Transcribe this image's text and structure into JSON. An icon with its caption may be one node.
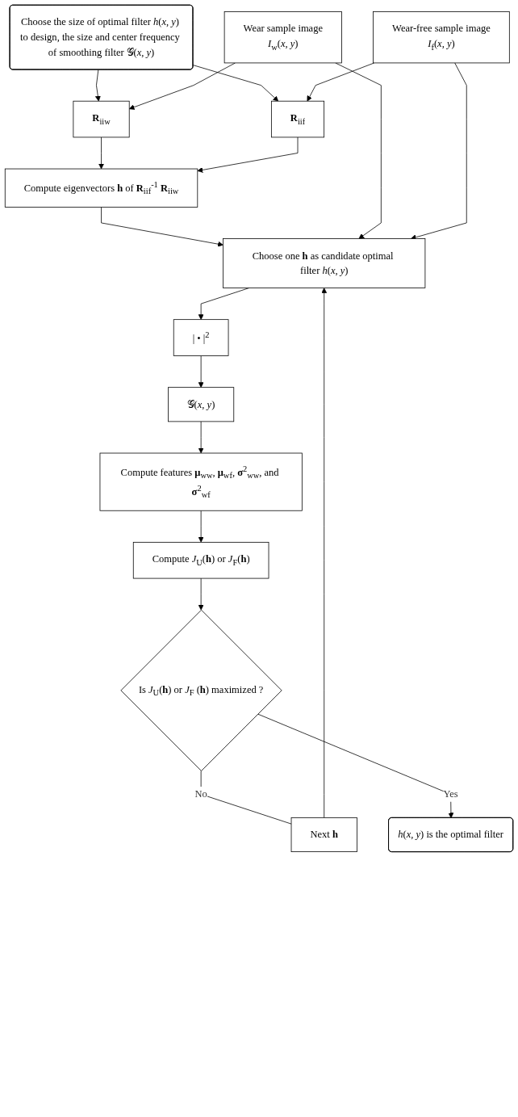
{
  "diagram": {
    "nodes": [
      {
        "text": [
          "Choose the size of optimal filter *h*(*x*, *y*) to design, the size and center frequency of smoothing filter 𝒢(*x*, *y*)"
        ]
      },
      {
        "text": [
          "Wear sample image",
          "*I*$_{w}$(*x*, *y*)"
        ]
      },
      {
        "text": [
          "Wear-free sample image",
          "*I*$_{f}$(*x*, *y*)"
        ]
      },
      {
        "text": [
          "**R**$_{iiw}$"
        ]
      },
      {
        "text": [
          "**R**$_{iif}$"
        ]
      },
      {
        "text": [
          "Compute eigenvectors **h** of **R**$_{iif}$$^{-1}$ **R**$_{iiw}$"
        ]
      },
      {
        "text": [
          "Choose one **h** as candidate optimal filter *h*(*x*, *y*)"
        ]
      },
      {
        "text": [
          "| • |$^{2}$"
        ]
      },
      {
        "text": [
          "𝒢(*x*, *y*)"
        ]
      },
      {
        "text": [
          "Compute features **μ**$_{ww}$, **μ**$_{wf}$, **σ**$^{2}$$_{ww}$, and **σ**$^{2}$$_{wf}$"
        ]
      },
      {
        "text": [
          "Compute *J*$_{U}$(**h**) or *J*$_{F}$(**h**)"
        ]
      },
      {
        "text": [
          "Is *J*$_{U}$(**h**) or *J*$_{F}$ (**h**) maximized ?"
        ]
      },
      {
        "text": [
          "*h*(*x*, *y*) is the optimal filter"
        ]
      },
      {
        "text": [
          "Next **h**"
        ]
      }
    ],
    "edges": [
      {
        "from": 0,
        "to": 3,
        "arrow": "to"
      },
      {
        "from": 0,
        "to": 4,
        "arrow": "to"
      },
      {
        "from": 1,
        "to": 3,
        "arrow": "to"
      },
      {
        "from": 2,
        "to": 4,
        "arrow": "to"
      },
      {
        "from": 3,
        "to": 5,
        "arrow": "to"
      },
      {
        "from": 4,
        "to": 5,
        "arrow": "to"
      },
      {
        "from": 5,
        "to": 6,
        "arrow": "to"
      },
      {
        "from": 1,
        "to": 6,
        "arrow": "to"
      },
      {
        "from": 2,
        "to": 6,
        "arrow": "to"
      },
      {
        "from": 6,
        "to": 7,
        "arrow": "to"
      },
      {
        "from": 7,
        "to": 8,
        "arrow": "to"
      },
      {
        "from": 8,
        "to": 9,
        "arrow": "to"
      },
      {
        "from": 9,
        "to": 10,
        "arrow": "to"
      },
      {
        "from": 10,
        "to": 11,
        "arrow": "to"
      },
      {
        "from": 11,
        "to": 13,
        "arrow": "none",
        "label": "No"
      },
      {
        "from": 13,
        "to": 6,
        "arrow": "to"
      },
      {
        "from": 11,
        "to": 12,
        "arrow": "to",
        "label": "Yes"
      }
    ]
  }
}
